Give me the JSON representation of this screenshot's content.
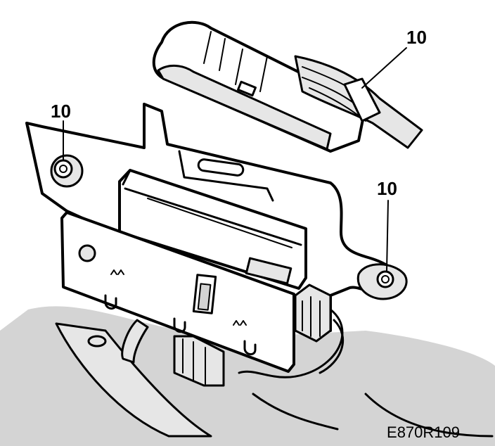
{
  "callouts": [
    {
      "label": "10",
      "target": "wiring harness clip"
    },
    {
      "label": "10",
      "target": "left mounting nut"
    },
    {
      "label": "10",
      "target": "right mounting nut"
    }
  ],
  "figure_code": "E870R109",
  "colors": {
    "line": "#000000",
    "shade": "#d4d4d4",
    "background": "#ffffff"
  }
}
